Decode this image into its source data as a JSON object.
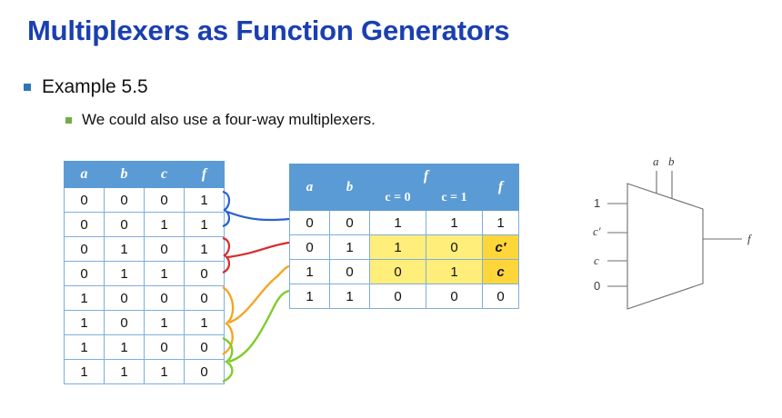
{
  "slide": {
    "title": "Multiplexers as Function Generators",
    "bullets": [
      {
        "level": 1,
        "marker": "blue-square-bullet",
        "text": "Example 5.5"
      },
      {
        "level": 2,
        "marker": "green-square-bullet",
        "text": "We could also use a four-way multiplexers."
      }
    ]
  },
  "colors": {
    "title": "#1A3FB0",
    "table_header": "#5B9BD5",
    "table_border": "#7FAEDC",
    "bullet_level1": "#2E75B6",
    "bullet_level2": "#70AD47",
    "highlight": "#FFEE7A",
    "highlight_strong": "#FFD63A",
    "connector_blue": "#2A62CF",
    "connector_red": "#D92C2C",
    "connector_orange": "#F5A623",
    "connector_green": "#7FCC29"
  },
  "truth_table": {
    "headers": [
      "a",
      "b",
      "c",
      "f"
    ],
    "rows": [
      [
        "0",
        "0",
        "0",
        "1"
      ],
      [
        "0",
        "0",
        "1",
        "1"
      ],
      [
        "0",
        "1",
        "0",
        "1"
      ],
      [
        "0",
        "1",
        "1",
        "0"
      ],
      [
        "1",
        "0",
        "0",
        "0"
      ],
      [
        "1",
        "0",
        "1",
        "1"
      ],
      [
        "1",
        "1",
        "0",
        "0"
      ],
      [
        "1",
        "1",
        "1",
        "0"
      ]
    ]
  },
  "condensed_table": {
    "header_a": "a",
    "header_b": "b",
    "header_f_group": "f",
    "header_c0": "c = 0",
    "header_c1": "c = 1",
    "header_f_result": "f",
    "rows": [
      {
        "a": "0",
        "b": "0",
        "c0": "1",
        "c1": "1",
        "f": "1",
        "highlight": false,
        "f_italic": false
      },
      {
        "a": "0",
        "b": "1",
        "c0": "1",
        "c1": "0",
        "f": "c′",
        "highlight": true,
        "f_italic": true
      },
      {
        "a": "1",
        "b": "0",
        "c0": "0",
        "c1": "1",
        "f": "c",
        "highlight": true,
        "f_italic": true
      },
      {
        "a": "1",
        "b": "1",
        "c0": "0",
        "c1": "0",
        "f": "0",
        "highlight": false,
        "f_italic": false
      }
    ]
  },
  "mux_diagram": {
    "select_labels": [
      "a",
      "b"
    ],
    "data_inputs": [
      "1",
      "c′",
      "c",
      "0"
    ],
    "output_label": "f"
  }
}
